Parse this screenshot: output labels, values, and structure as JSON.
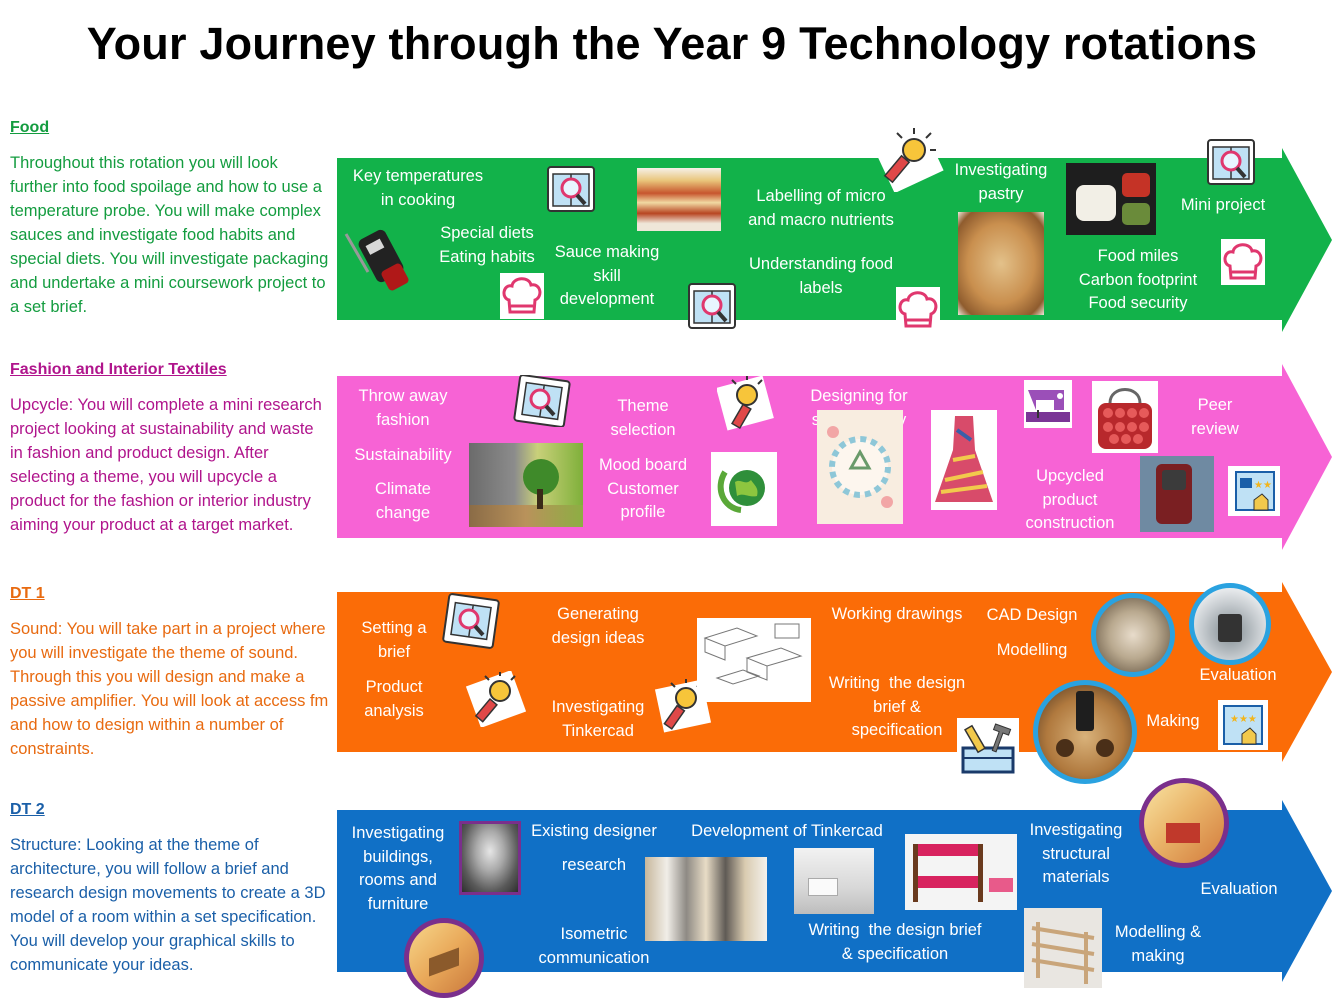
{
  "title": "Your Journey through the Year 9 Technology rotations",
  "colors": {
    "food": "#12b24a",
    "textiles": "#f763d5",
    "dt1": "#fb6c07",
    "dt2": "#1070c6",
    "food_text": "#139c3f",
    "textiles_text": "#b0148c",
    "dt1_text": "#e86a10",
    "dt2_text": "#1a5fa8"
  },
  "food": {
    "heading": "Food",
    "description": "Throughout this rotation you will look further into food spoilage and how to use a temperature probe. You will make complex sauces and investigate food habits and special diets. You will investigate packaging and undertake a mini coursework project to a set brief.",
    "labels": [
      "Key temperatures\nin cooking",
      "Special diets\nEating habits",
      "Sauce making\nskill\ndevelopment",
      "Labelling of micro\nand macro nutrients",
      "Understanding food\nlabels",
      "Investigating\npastry",
      "Food miles\nCarbon footprint\nFood security",
      "Mini project"
    ]
  },
  "textiles": {
    "heading": "Fashion and Interior Textiles",
    "description": "Upcycle: You will complete a mini research project looking at sustainability and waste in fashion and product design. After selecting a theme, you will upcycle a product for the fashion or interior industry aiming your product at a target market.",
    "labels": [
      "Throw away\nfashion",
      "Sustainability",
      "Climate\nchange",
      "Theme\nselection",
      "Mood board\nCustomer\nprofile",
      "Designing for\nsustainability",
      "Upcycled\nproduct\nconstruction",
      "Peer\nreview"
    ]
  },
  "dt1": {
    "heading": "DT 1",
    "description": "Sound: You will take part in a project where you will investigate the theme of sound. Through this you will design and make a passive amplifier. You will look at access fm and how to design within a number of constraints.",
    "labels": [
      "Setting a\nbrief",
      "Product\nanalysis",
      "Generating\ndesign ideas",
      "Investigating\nTinkercad",
      "Working drawings",
      "Writing  the design\nbrief &\nspecification",
      "CAD Design",
      "Modelling",
      "Making",
      "Evaluation"
    ]
  },
  "dt2": {
    "heading": "DT 2",
    "description": "Structure: Looking at the theme of architecture, you will follow a brief and research design movements to create a 3D model of a room within a set specification. You will develop your graphical skills to communicate your ideas.",
    "labels": [
      "Investigating\nbuildings,\nrooms and\nfurniture",
      "Existing designer",
      "research",
      "Isometric\ncommunication",
      "Development of Tinkercad",
      "Writing  the design brief\n& specification",
      "Investigating\nstructural\nmaterials",
      "Modelling &\nmaking",
      "Evaluation"
    ]
  }
}
